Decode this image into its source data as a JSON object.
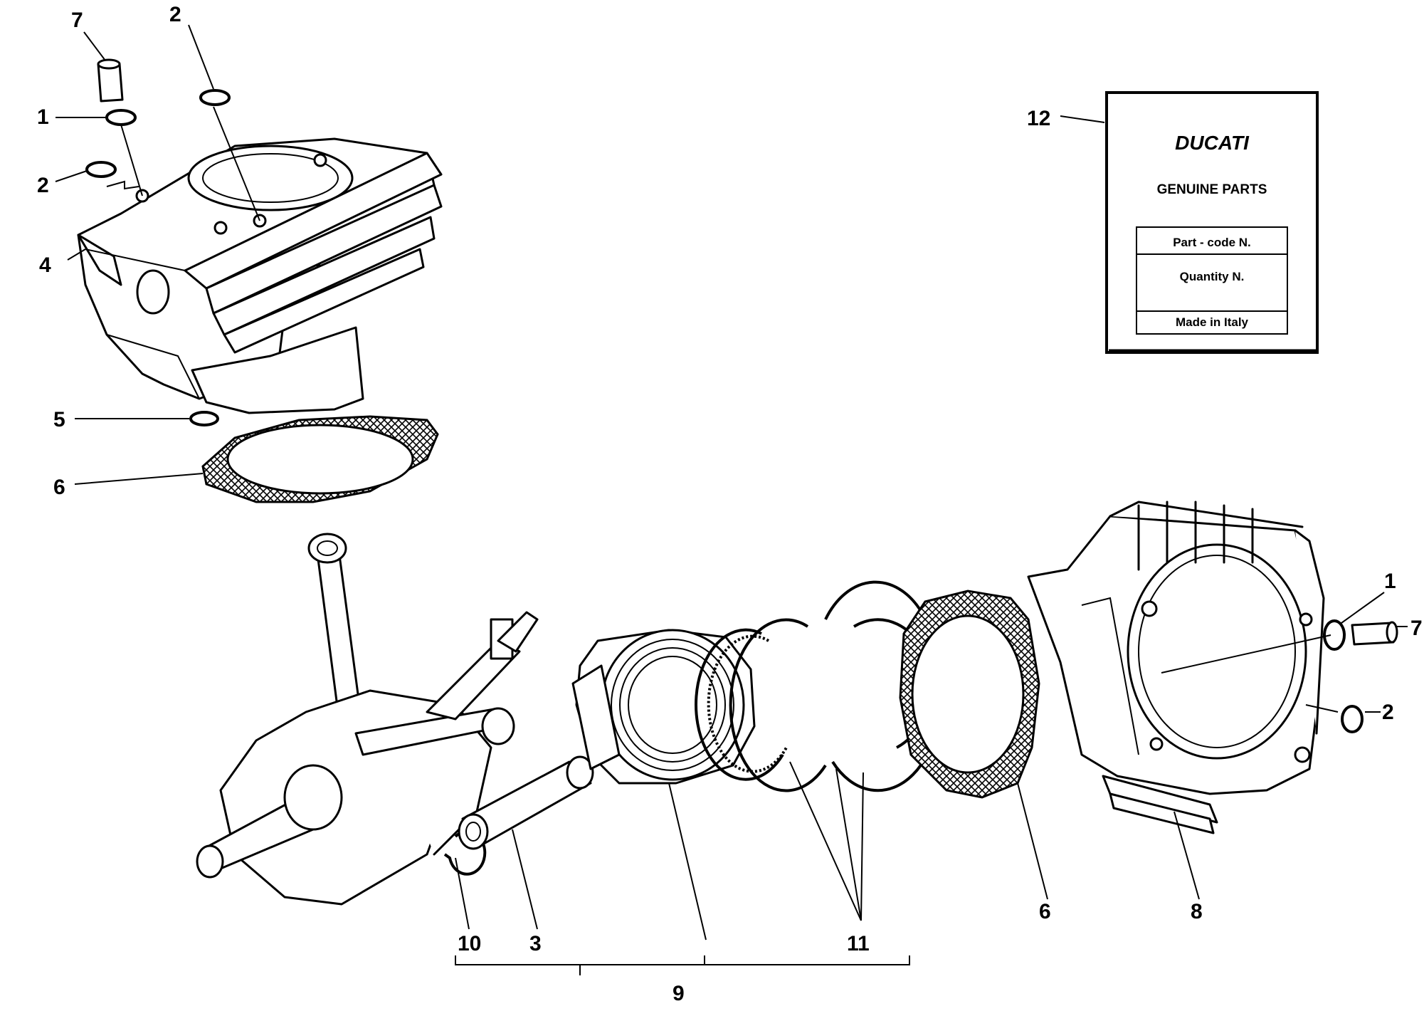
{
  "callouts": {
    "c7_top": "7",
    "c2_top": "2",
    "c1_top": "1",
    "c2_left": "2",
    "c4": "4",
    "c5": "5",
    "c6_left": "6",
    "c12": "12",
    "c1_right": "1",
    "c7_right": "7",
    "c2_right": "2",
    "c10": "10",
    "c3": "3",
    "c11": "11",
    "c6_bottom": "6",
    "c8": "8",
    "c9": "9"
  },
  "parts_tag": {
    "brand": "DUCATI",
    "subtitle": "GENUINE PARTS",
    "row1": "Part - code N.",
    "row2": "Quantity N.",
    "row3": "Made in Italy"
  }
}
